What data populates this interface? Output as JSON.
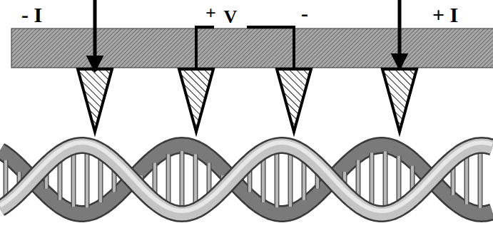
{
  "diagram": {
    "labels": [
      "- I",
      "+",
      "V",
      "-",
      "+ I"
    ]
  }
}
